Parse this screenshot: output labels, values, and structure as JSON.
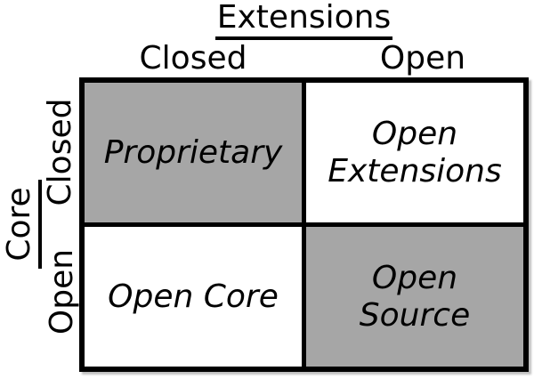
{
  "figure": {
    "top_axis": {
      "title": "Extensions",
      "labels": [
        "Closed",
        "Open"
      ]
    },
    "left_axis": {
      "title": "Core",
      "labels": [
        "Closed",
        "Open"
      ]
    },
    "quadrants": {
      "top_left": {
        "label": "Proprietary",
        "bg": "#a6a6a6"
      },
      "top_right": {
        "label": "Open\nExtensions",
        "bg": "#ffffff"
      },
      "bottom_left": {
        "label": "Open Core",
        "bg": "#ffffff"
      },
      "bottom_right": {
        "label": "Open\nSource",
        "bg": "#a6a6a6"
      }
    },
    "colors": {
      "shaded_cell": "#a6a6a6",
      "unshaded_cell": "#ffffff",
      "line": "#000000",
      "text": "#000000",
      "background": "#ffffff"
    }
  }
}
